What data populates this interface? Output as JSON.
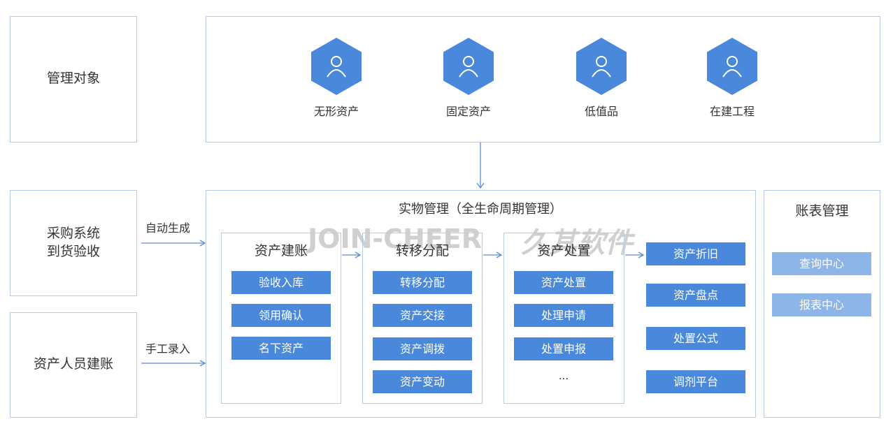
{
  "left": {
    "manage_object": "管理对象",
    "procure": [
      "采购系统",
      "到货验收"
    ],
    "manual": "资产人员建账",
    "auto_gen": "自动生成",
    "manual_input": "手工录入"
  },
  "objects": [
    "无形资产",
    "固定资产",
    "低值品",
    "在建工程"
  ],
  "main": {
    "title": "实物管理（全生命周期管理）",
    "columns": [
      {
        "title": "资产建账",
        "items": [
          "验收入库",
          "领用确认",
          "名下资产"
        ]
      },
      {
        "title": "转移分配",
        "items": [
          "转移分配",
          "资产交接",
          "资产调拨",
          "资产变动"
        ]
      },
      {
        "title": "资产处置",
        "items": [
          "资产处置",
          "处理申请",
          "处置申报",
          "..."
        ]
      }
    ],
    "right_items": [
      "资产折旧",
      "资产盘点",
      "处置公式",
      "调剂平台"
    ]
  },
  "report": {
    "title": "账表管理",
    "items": [
      "查询中心",
      "报表中心"
    ]
  },
  "watermark": {
    "text": "JOIN-CHEER",
    "cn": "久其软件"
  },
  "colors": {
    "accent": "#4a88db",
    "light": "#8db5e8",
    "border": "#b3cbe9"
  }
}
